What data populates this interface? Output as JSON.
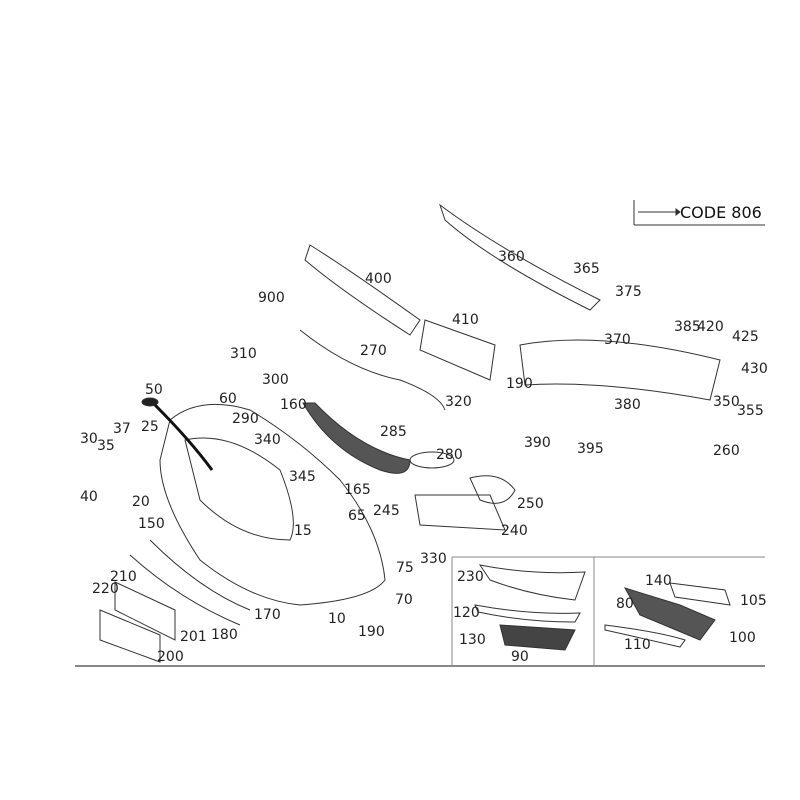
{
  "header": {
    "code_label": "CODE 806"
  },
  "callouts": [
    "360",
    "365",
    "375",
    "400",
    "900",
    "410",
    "385",
    "420",
    "425",
    "270",
    "370",
    "310",
    "300",
    "430",
    "190",
    "320",
    "380",
    "350",
    "355",
    "50",
    "60",
    "160",
    "290",
    "285",
    "30",
    "37",
    "35",
    "25",
    "340",
    "390",
    "395",
    "260",
    "280",
    "345",
    "40",
    "165",
    "250",
    "20",
    "245",
    "65",
    "150",
    "15",
    "240",
    "330",
    "230",
    "210",
    "220",
    "140",
    "75",
    "105",
    "80",
    "70",
    "120",
    "170",
    "10",
    "130",
    "100",
    "190",
    "110",
    "201",
    "180",
    "90",
    "200"
  ]
}
